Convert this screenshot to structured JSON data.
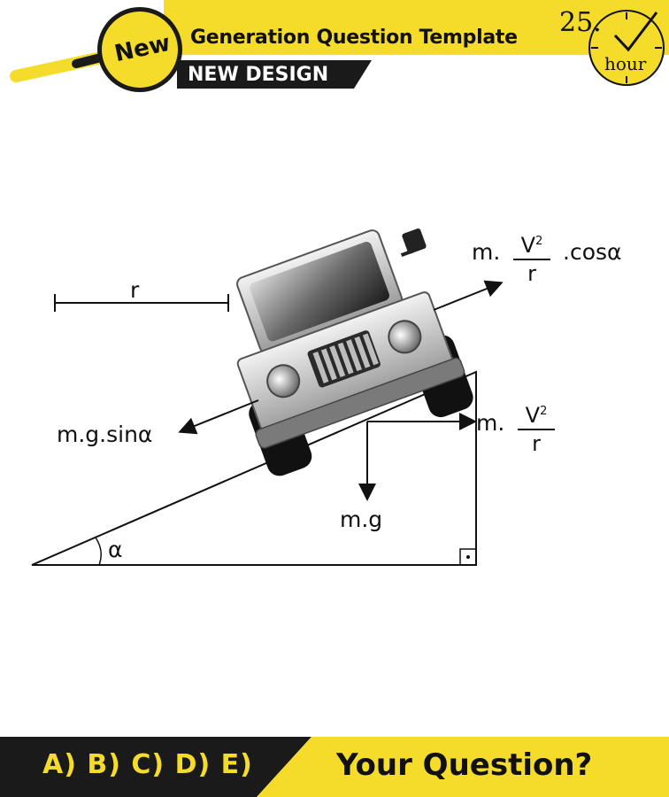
{
  "header": {
    "badge": "New",
    "title": "Generation Question Template",
    "subtitle": "NEW DESIGN",
    "clock_number": "25.",
    "clock_unit": "hour",
    "accent_color": "#f5dc2a"
  },
  "diagram": {
    "radius_label": "r",
    "centripetal_component_prefix": "m.",
    "centripetal_component_numerator": "V",
    "centripetal_component_exponent": "2",
    "centripetal_component_denominator": "r",
    "centripetal_component_suffix": ".cosα",
    "gravity_component": "m.g.sinα",
    "centripetal_prefix": "m.",
    "centripetal_numerator": "V",
    "centripetal_exponent": "2",
    "centripetal_denominator": "r",
    "weight_label": "m.g",
    "angle_label": "α"
  },
  "footer": {
    "answers": "A) B) C) D) E)",
    "question": "Your Question?",
    "bar_color": "#1a1a1a"
  }
}
